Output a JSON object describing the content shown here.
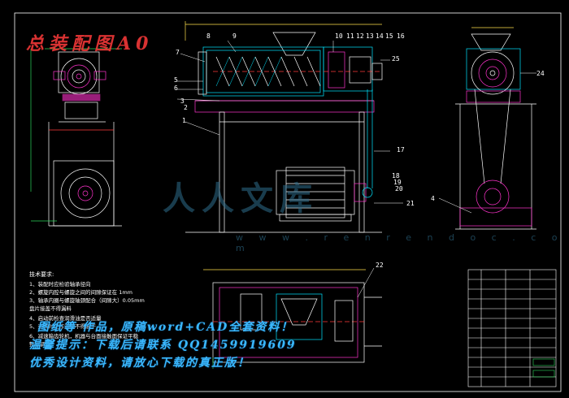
{
  "watermark": {
    "title": "总装配图A0",
    "brand": "人人文库",
    "url": "w w w . r e n r e n d o c . c o m"
  },
  "part_numbers": [
    "1",
    "2",
    "3",
    "4",
    "5",
    "6",
    "7",
    "8",
    "9",
    "10",
    "11",
    "12",
    "13",
    "14",
    "15",
    "16",
    "17",
    "18",
    "19",
    "20",
    "21",
    "22",
    "24",
    "25"
  ],
  "tech_notes": {
    "title": "技术要求:",
    "items": [
      "1、装配时应检验轴承径向",
      "2、螺旋内腔与螺旋之间的间隙保证在 1mm",
      "3、轴承内圈与螺旋轴颈配合（间隙大）0.05mm",
      "盘片接盖不得漏料",
      "4、启动前检查润滑油是否适量",
      "5、运转时工作温度不得高于",
      "6、减速箱齿轮机，机器与台面接触面保证平稳",
      "整机调试"
    ]
  },
  "promo": {
    "line1": "图纸等 作品，原稿word+CAD全套资料！",
    "line2": "温馨提示：下载后请联系 QQ1459919609",
    "line3": "优秀设计资料，请放心下载的真正版！"
  },
  "colors": {
    "background": "#000000",
    "line": "#ffffff",
    "cyan": "#00e5ff",
    "red": "#ff3b3b",
    "magenta": "#ff33cc",
    "yellow": "#ffe14d",
    "green": "#2bd65a",
    "blue_text": "#3ab8ff"
  }
}
